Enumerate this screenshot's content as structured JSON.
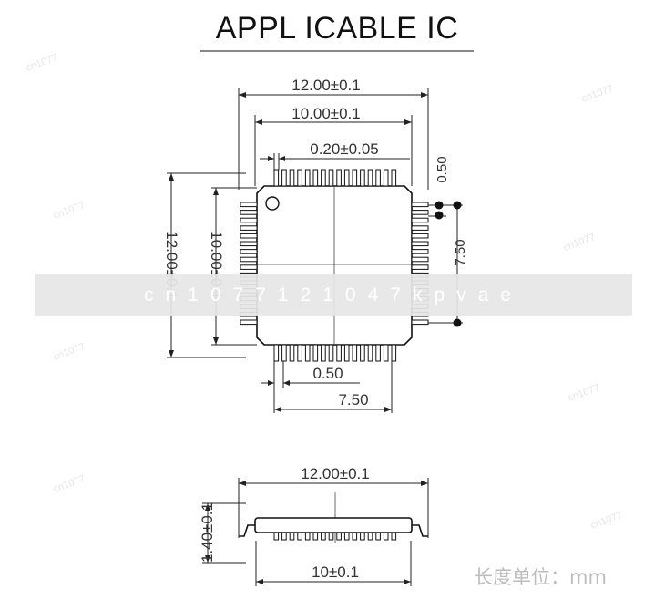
{
  "title": "APPL ICABLE IC",
  "top_view": {
    "body_outer": "12.00±0.1",
    "body_inner": "10.00±0.1",
    "lead_width": "0.20±0.05",
    "lead_pitch": "0.50",
    "lead_span": "7.50",
    "side_outer": "12.00±0.1",
    "side_inner": "10.00±0.1",
    "right_pitch": "0.50",
    "right_span": "7.50"
  },
  "side_view": {
    "length": "12.00±0.1",
    "height": "1.40±0.1",
    "body": "10±0.1"
  },
  "watermark": "cn1077121047kpvae",
  "unit_note": "长度单位：mm"
}
